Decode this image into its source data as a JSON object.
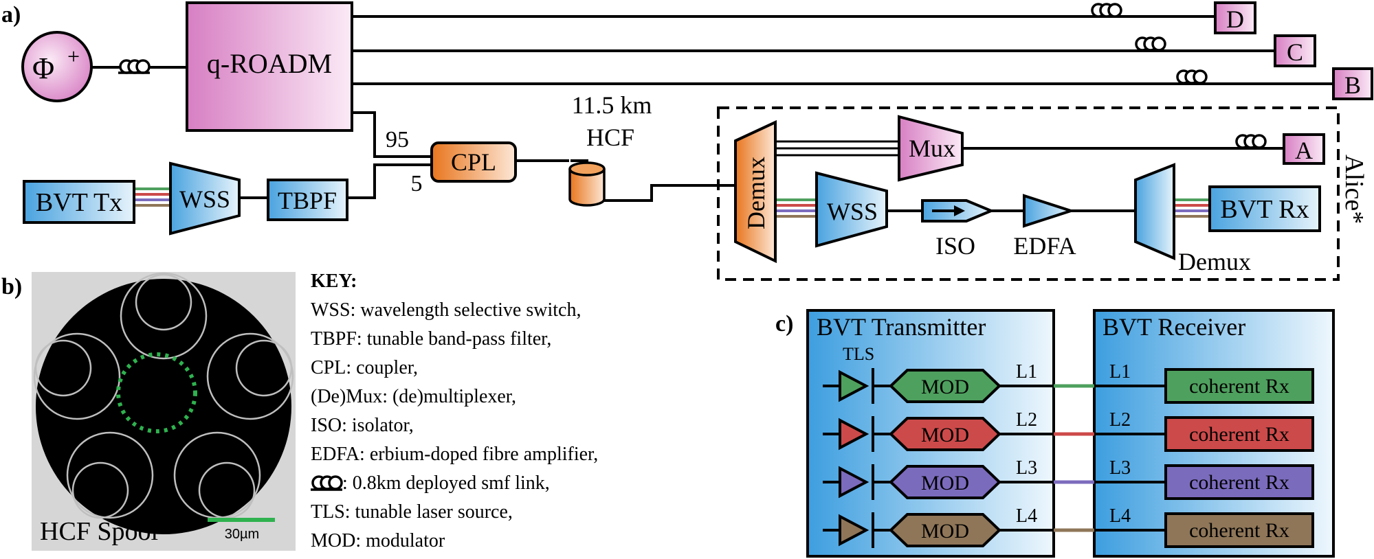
{
  "panels": {
    "a": "a)",
    "b": "b)",
    "c": "c)"
  },
  "colors": {
    "pink": "#d77fc3",
    "blue": "#4aa3df",
    "orange": "#e8761e",
    "green": "#4ea05e",
    "red": "#cd4a4a",
    "purple": "#7b6bbd",
    "brown": "#8f7658"
  },
  "a": {
    "source": "Φ",
    "source_sup": "+",
    "roadm": "q-ROADM",
    "nodes": {
      "D": "D",
      "C": "C",
      "B": "B",
      "A": "A"
    },
    "bvt_tx": "BVT Tx",
    "wss_tx": "WSS",
    "tbpf": "TBPF",
    "split_95": "95",
    "split_5": "5",
    "cpl": "CPL",
    "length": "11.5 km",
    "hcf": "HCF",
    "demux_main": "Demux",
    "mux": "Mux",
    "wss_rx": "WSS",
    "iso": "ISO",
    "edfa": "EDFA",
    "demux_rx": "Demux",
    "bvt_rx": "BVT Rx",
    "alice": "Alice*"
  },
  "b": {
    "spool_label": "HCF Spool",
    "scale_label": "30µm",
    "key_title": "KEY:",
    "key_wss": "WSS: wavelength selective switch,",
    "key_tbpf": "TBPF: tunable band-pass filter,",
    "key_cpl": "CPL: coupler,",
    "key_mux": "(De)Mux: (de)multiplexer,",
    "key_iso": "ISO: isolator,",
    "key_edfa": "EDFA: erbium-doped fibre amplifier,",
    "key_smf": ": 0.8km deployed smf link,",
    "key_tls": "TLS: tunable laser source,",
    "key_mod": "MOD: modulator"
  },
  "c": {
    "tx_title": "BVT Transmitter",
    "rx_title": "BVT Receiver",
    "tls": "TLS",
    "channels": [
      {
        "tx_label": "L1",
        "rx_label": "L1",
        "mod": "MOD",
        "rx": "coherent Rx",
        "color": "#4ea05e"
      },
      {
        "tx_label": "L2",
        "rx_label": "L2",
        "mod": "MOD",
        "rx": "coherent Rx",
        "color": "#cd4a4a"
      },
      {
        "tx_label": "L3",
        "rx_label": "L3",
        "mod": "MOD",
        "rx": "coherent Rx",
        "color": "#7b6bbd"
      },
      {
        "tx_label": "L4",
        "rx_label": "L4",
        "mod": "MOD",
        "rx": "coherent Rx",
        "color": "#8f7658"
      }
    ]
  }
}
